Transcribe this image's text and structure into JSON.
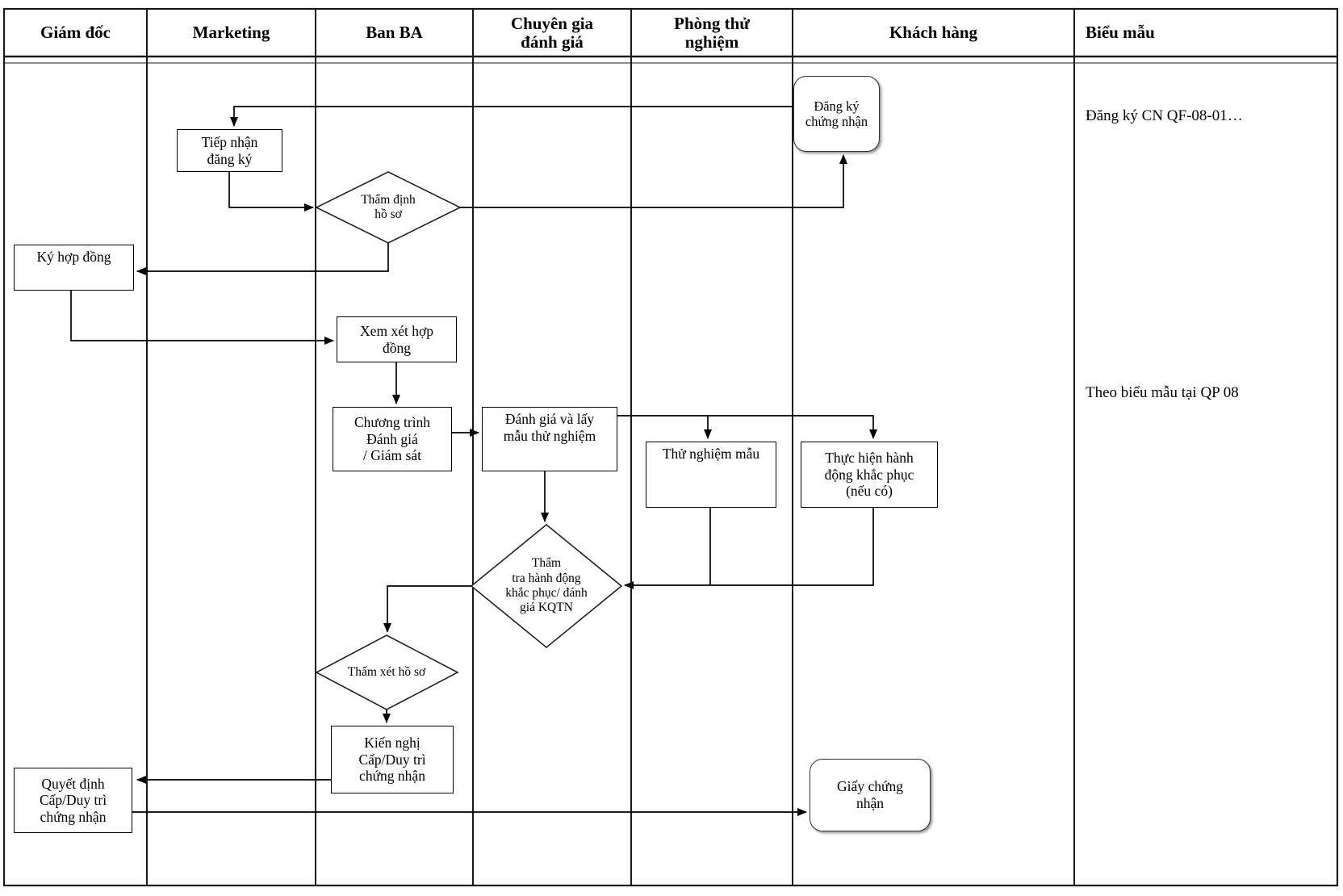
{
  "diagram": {
    "title_hint": "Swimlane certification process flowchart (Vietnamese)",
    "colors": {
      "line": "#000000",
      "background": "#ffffff"
    },
    "lanes": [
      {
        "label": "Giám đốc"
      },
      {
        "label": "Marketing"
      },
      {
        "label": "Ban BA"
      },
      {
        "label": "Chuyên gia\nđánh giá"
      },
      {
        "label": "Phòng thử\nnghiệm"
      },
      {
        "label": "Khách hàng"
      },
      {
        "label": "Biểu mẫu"
      }
    ],
    "nodes": {
      "dang_ky_chung_nhan": "Đăng ký\nchứng nhận",
      "tiep_nhan_dang_ky": "Tiếp nhận\nđăng ký",
      "tham_dinh_ho_so": "Thẩm định\nhồ sơ",
      "ky_hop_dong": "Ký hợp đồng",
      "xem_xet_hop_dong": "Xem xét hợp\nđồng",
      "chuong_trinh_danh_gia": "Chương trình\nĐánh giá\n/ Giám sát",
      "danh_gia_lay_mau": "Đánh giá và lấy\nmẫu thử nghiệm",
      "thu_nghiem_mau": "Thử nghiệm mẫu",
      "thuc_hien_khac_phuc": "Thực hiện hành\nđộng khắc phục\n(nếu có)",
      "tham_tra_khac_phuc": "Thẩm\ntra hành động\nkhắc phục/ đánh\ngiá KQTN",
      "tham_xet_ho_so": "Thẩm xét hồ sơ",
      "kien_nghi_cap": "Kiến nghị\nCấp/Duy trì\nchứng nhận",
      "quyet_dinh_cap": "Quyết định\nCấp/Duy trì\nchứng nhận",
      "giay_chung_nhan": "Giấy chứng\nnhận"
    },
    "notes": {
      "form_dang_ky": "Đăng ký CN QF-08-01…",
      "form_qp08": "Theo biểu mẫu tại QP 08"
    }
  }
}
